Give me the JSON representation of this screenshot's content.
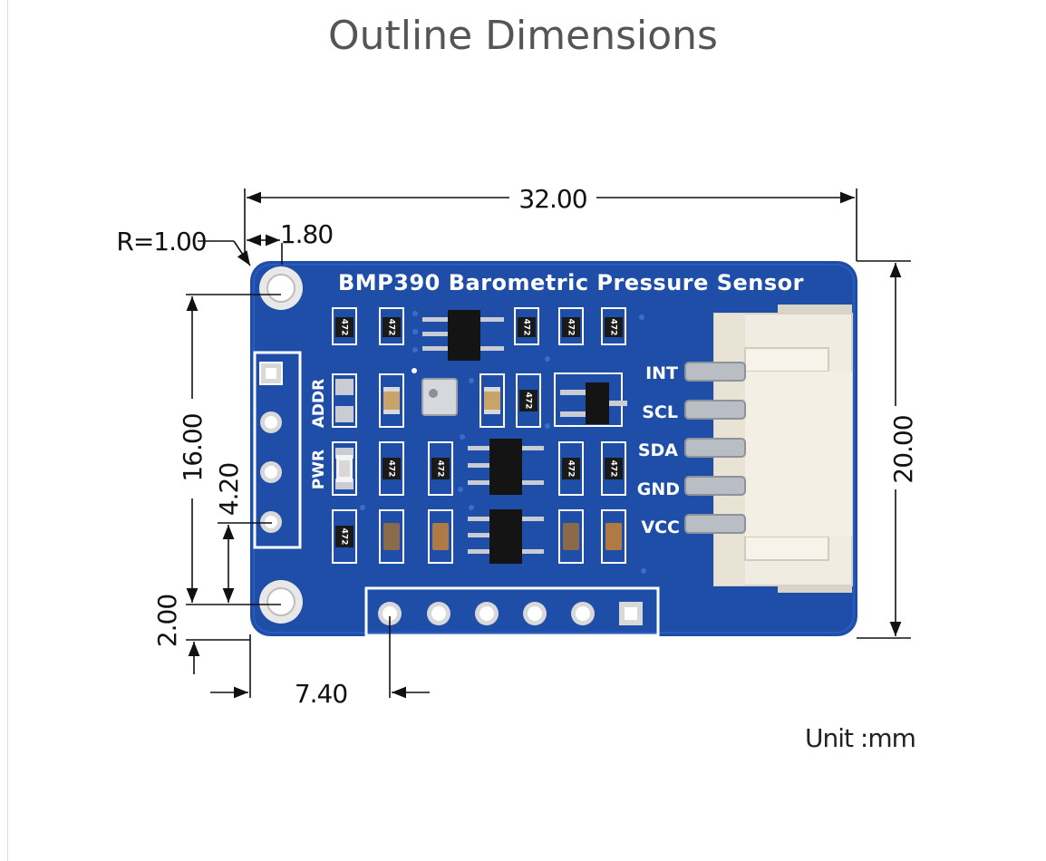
{
  "title": "Outline Dimensions",
  "unit_label": "Unit :mm",
  "board": {
    "name": "BMP390 Barometric Pressure Sensor",
    "side_labels": [
      "ADDR",
      "PWR"
    ],
    "pins": [
      "INT",
      "SCL",
      "SDA",
      "GND",
      "VCC"
    ],
    "resistor_code": "472",
    "colors": {
      "pcb": "#1f4ea8",
      "silkscreen": "#ffffff",
      "connector": "#f1ece1",
      "pad": "#c9cdd3"
    }
  },
  "dimensions": {
    "width": "32.00",
    "height": "20.00",
    "corner_radius": "R=1.00",
    "hole_offset": "1.80",
    "hole_spacing": "16.00",
    "header_offset_v": "4.20",
    "bottom_offset": "2.00",
    "header_offset_h": "7.40"
  }
}
